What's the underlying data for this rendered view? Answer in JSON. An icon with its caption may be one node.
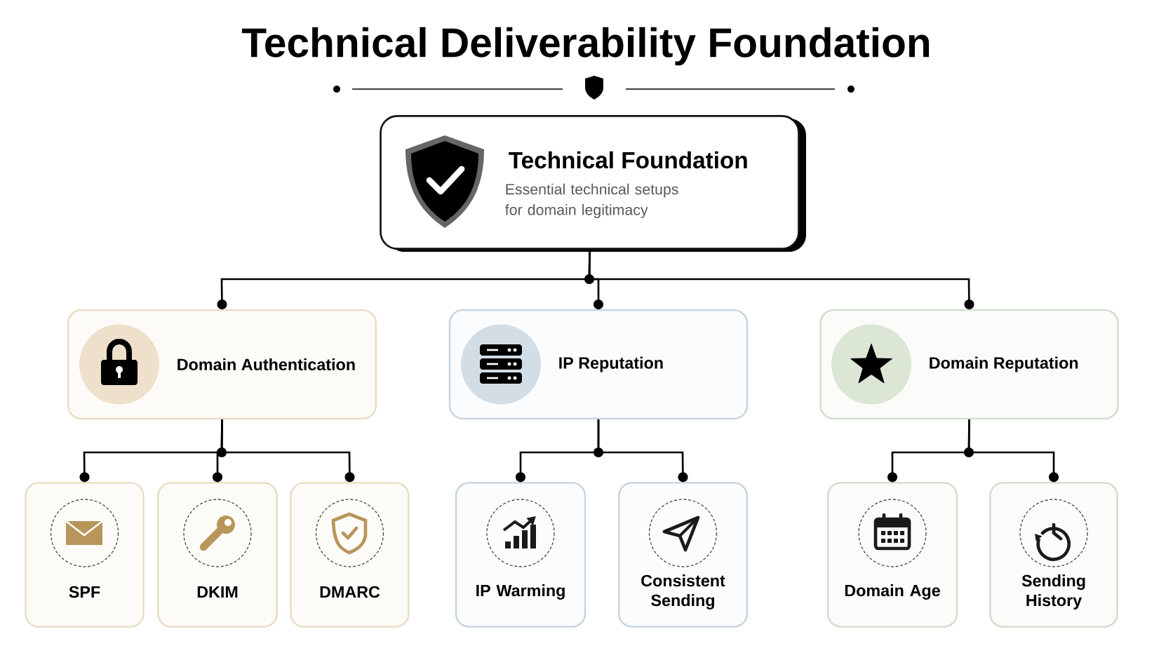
{
  "diagram": {
    "title": "Technical Deliverability Foundation",
    "nodes": [
      {
        "text": [
          "Technical Foundation",
          "Essential technical setups for domain legitimacy"
        ]
      },
      {
        "text": [
          "Domain Authentication"
        ]
      },
      {
        "text": [
          "IP Reputation"
        ]
      },
      {
        "text": [
          "Domain Reputation"
        ]
      },
      {
        "text": [
          "SPF"
        ]
      },
      {
        "text": [
          "DKIM"
        ]
      },
      {
        "text": [
          "DMARC"
        ]
      },
      {
        "text": [
          "IP Warming"
        ]
      },
      {
        "text": [
          "Consistent Sending"
        ]
      },
      {
        "text": [
          "Domain Age"
        ]
      },
      {
        "text": [
          "Sending History"
        ]
      }
    ],
    "edges": [
      {
        "from": 0,
        "to": 1,
        "arrow": "other"
      },
      {
        "from": 0,
        "to": 2,
        "arrow": "other"
      },
      {
        "from": 0,
        "to": 3,
        "arrow": "other"
      },
      {
        "from": 1,
        "to": 4,
        "arrow": "other"
      },
      {
        "from": 1,
        "to": 5,
        "arrow": "other"
      },
      {
        "from": 1,
        "to": 6,
        "arrow": "other"
      },
      {
        "from": 2,
        "to": 7,
        "arrow": "other"
      },
      {
        "from": 2,
        "to": 8,
        "arrow": "other"
      },
      {
        "from": 3,
        "to": 9,
        "arrow": "other"
      },
      {
        "from": 3,
        "to": 10,
        "arrow": "other"
      }
    ]
  }
}
